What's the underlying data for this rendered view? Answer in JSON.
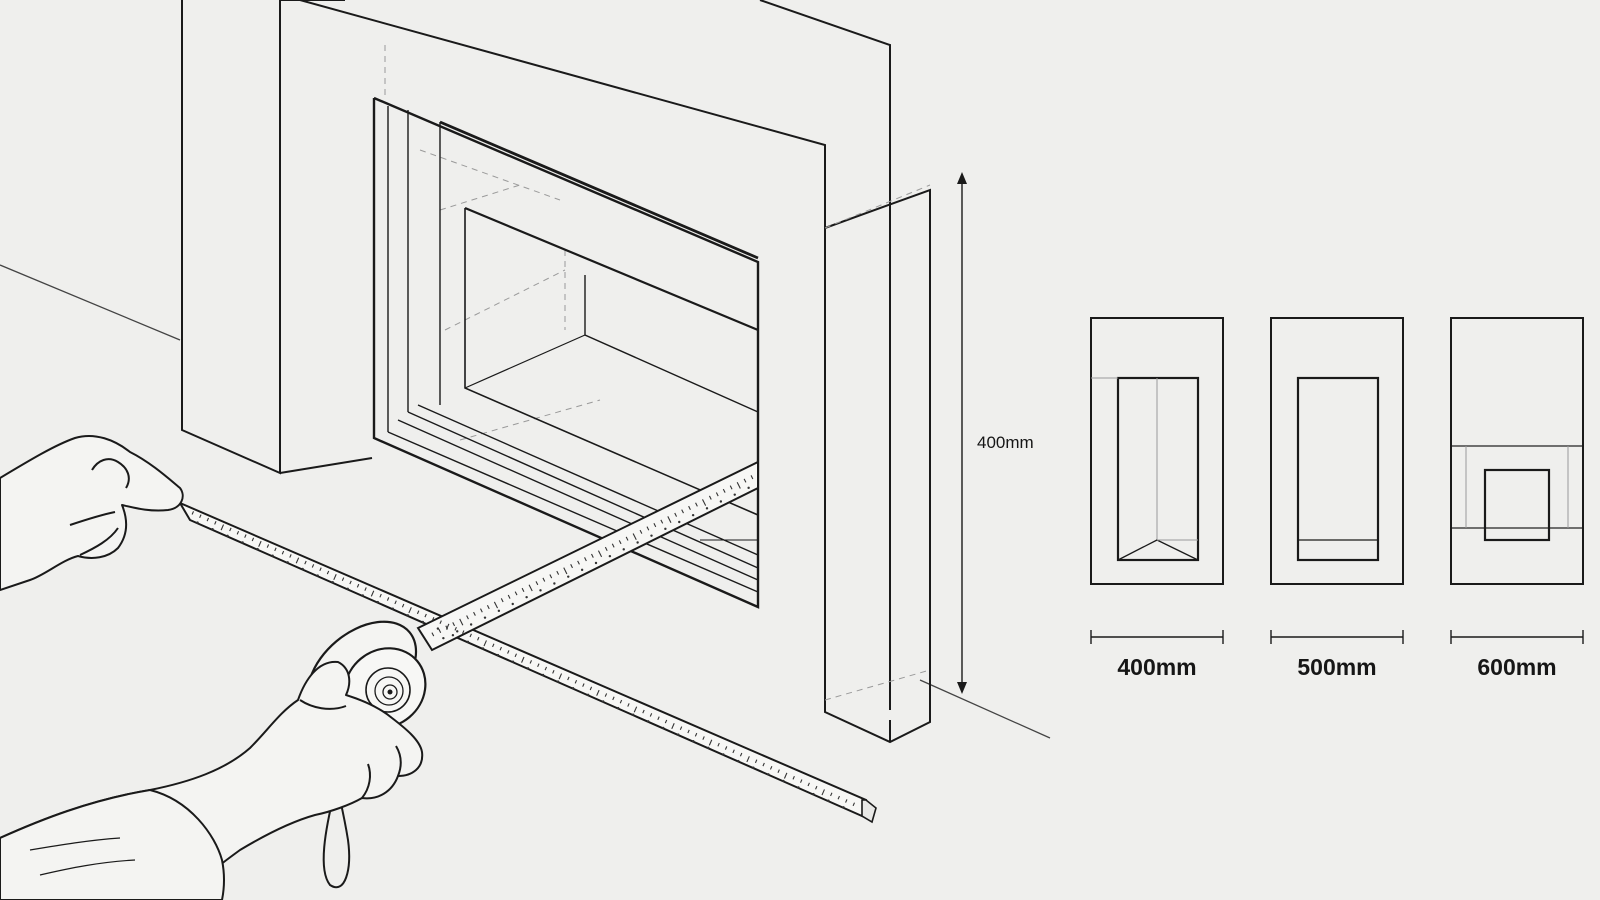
{
  "illustration": {
    "palette": {
      "background": "#efefed",
      "line": "#1a1a1a",
      "hidden_line": "#9a9a9a",
      "tape": "#f7f7f5"
    }
  },
  "height_dimension": {
    "label": "400mm"
  },
  "size_options": [
    {
      "label": "400mm",
      "variant": "tall-niche"
    },
    {
      "label": "500mm",
      "variant": "tall-recess"
    },
    {
      "label": "600mm",
      "variant": "square-niche"
    }
  ]
}
